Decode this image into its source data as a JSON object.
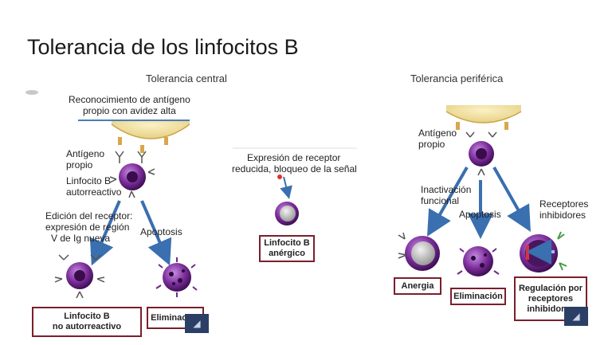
{
  "slide": {
    "title": "Tolerancia de los linfocitos B",
    "central_heading": "Tolerancia central",
    "peripheral_heading": "Tolerancia periférica"
  },
  "central": {
    "recognition_line1": "Reconocimiento de antígeno",
    "recognition_line2": "propio con avidez alta",
    "antigen_line1": "Antígeno",
    "antigen_line2": "propio",
    "cell_line1": "Linfocito B",
    "cell_line2": "autorreactivo",
    "edit_line1": "Edición del receptor:",
    "edit_line2": "expresión de región",
    "edit_line3": "V de Ig nueva",
    "apoptosis": "Apoptosis",
    "box_nonreactive_line1": "Linfocito B",
    "box_nonreactive_line2": "no autorreactivo",
    "box_elimination": "Eliminación"
  },
  "middle": {
    "expression_line1": "Expresión de receptor",
    "expression_line2": "reducida, bloqueo de la señal",
    "box_anergic_line1": "Linfocito B",
    "box_anergic_line2": "anérgico"
  },
  "peripheral": {
    "antigen_line1": "Antígeno",
    "antigen_line2": "propio",
    "inactivation_line1": "Inactivación",
    "inactivation_line2": "funcional",
    "apoptosis": "Apoptosis",
    "receptors_line1": "Receptores",
    "receptors_line2": "inhibidores",
    "box_anergy": "Anergia",
    "box_elimination": "Eliminación",
    "box_regulation_line1": "Regulación por",
    "box_regulation_line2": "receptores",
    "box_regulation_line3": "inhibidores"
  },
  "icons": {
    "nav_left": "speaker-icon",
    "nav_right": "speaker-icon"
  }
}
